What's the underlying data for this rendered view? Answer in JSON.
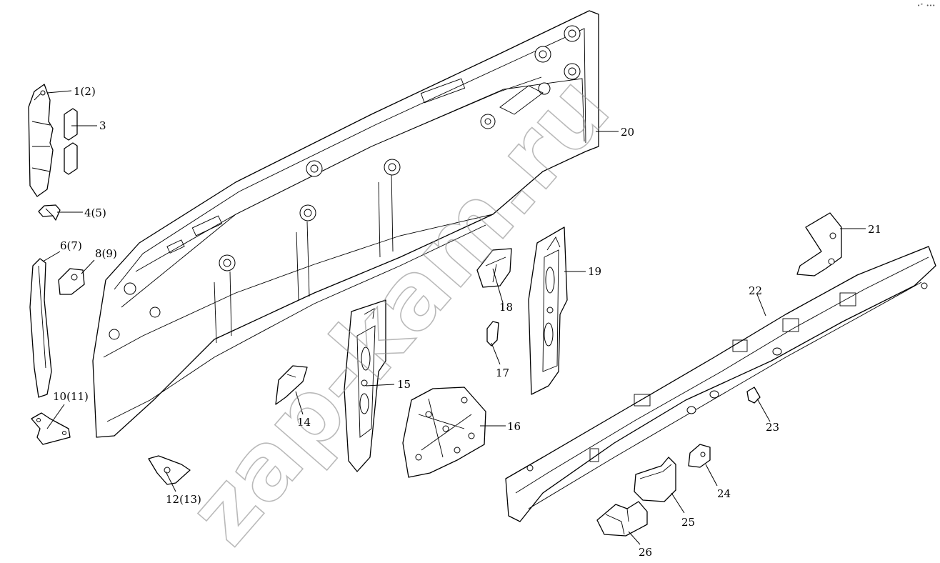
{
  "watermark": "zap-kam.ru",
  "corner_mark": "•° •••",
  "callouts": [
    {
      "id": "c1",
      "text": "1(2)"
    },
    {
      "id": "c3",
      "text": "3"
    },
    {
      "id": "c4",
      "text": "4(5)"
    },
    {
      "id": "c6",
      "text": "6(7)"
    },
    {
      "id": "c8",
      "text": "8(9)"
    },
    {
      "id": "c10",
      "text": "10(11)"
    },
    {
      "id": "c12",
      "text": "12(13)"
    },
    {
      "id": "c14",
      "text": "14"
    },
    {
      "id": "c15",
      "text": "15"
    },
    {
      "id": "c16",
      "text": "16"
    },
    {
      "id": "c17",
      "text": "17"
    },
    {
      "id": "c18",
      "text": "18"
    },
    {
      "id": "c19",
      "text": "19"
    },
    {
      "id": "c20",
      "text": "20"
    },
    {
      "id": "c21",
      "text": "21"
    },
    {
      "id": "c22",
      "text": "22"
    },
    {
      "id": "c23",
      "text": "23"
    },
    {
      "id": "c24",
      "text": "24"
    },
    {
      "id": "c25",
      "text": "25"
    },
    {
      "id": "c26",
      "text": "26"
    }
  ]
}
